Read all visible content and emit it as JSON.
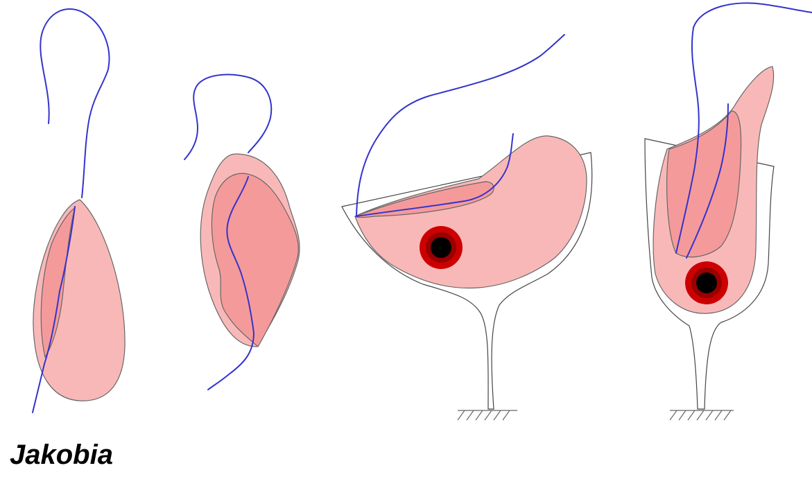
{
  "caption": "Jakobia",
  "colors": {
    "cell_fill": "#f9b8b8",
    "inner_fill": "#f59a9a",
    "flagellum": "#3333cc",
    "organelle_outer": "#cc0000",
    "organelle_ring": "#990000",
    "organelle_core": "#000000"
  },
  "icons": [
    "free-swimming-cell",
    "free-swimming-cell",
    "attached-cell-in-lorica",
    "attached-cell-in-lorica"
  ]
}
